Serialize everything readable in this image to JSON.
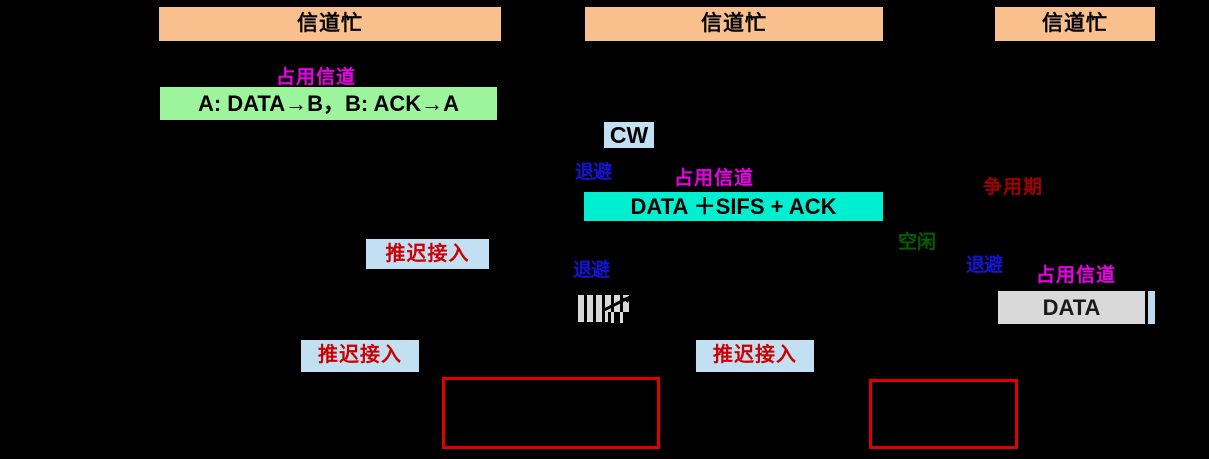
{
  "diagram": {
    "title": "CSMA/CA 信道争用与退避时序图",
    "colors": {
      "background": "#000000",
      "busy_bar": "#F9C08E",
      "occupied_green": "#9CF59C",
      "occupied_cyan": "#00EFD1",
      "data_gray": "#D9D9D9",
      "defer_box": "#C3DFF2",
      "defer_text": "#CC0000",
      "magenta": "#E800E8",
      "blue": "#1414D2",
      "dark_red": "#A00000",
      "dark_green": "#006000",
      "red_outline": "#E00000"
    }
  },
  "busy_bars": [
    {
      "label": "信道忙"
    },
    {
      "label": "信道忙"
    },
    {
      "label": "信道忙"
    }
  ],
  "occupied_labels": {
    "first": "占用信道",
    "second": "占用信道",
    "third": "占用信道"
  },
  "frames": {
    "exchange": "A: DATA→B，B: ACK→A",
    "data_sifs_ack": "DATA ＋SIFS + ACK",
    "data": "DATA"
  },
  "backoff": {
    "cw_label": "CW",
    "label_top": "退避",
    "label_mid": "退避",
    "label_right": "退避"
  },
  "states": {
    "idle": "空闲",
    "contention": "争用期"
  },
  "defer_boxes": [
    {
      "label": "推迟接入"
    },
    {
      "label": "推迟接入"
    },
    {
      "label": "推迟接入"
    }
  ],
  "highlight_rects": [
    {
      "name": "contention-window-highlight-left"
    },
    {
      "name": "contention-window-highlight-right"
    }
  ]
}
